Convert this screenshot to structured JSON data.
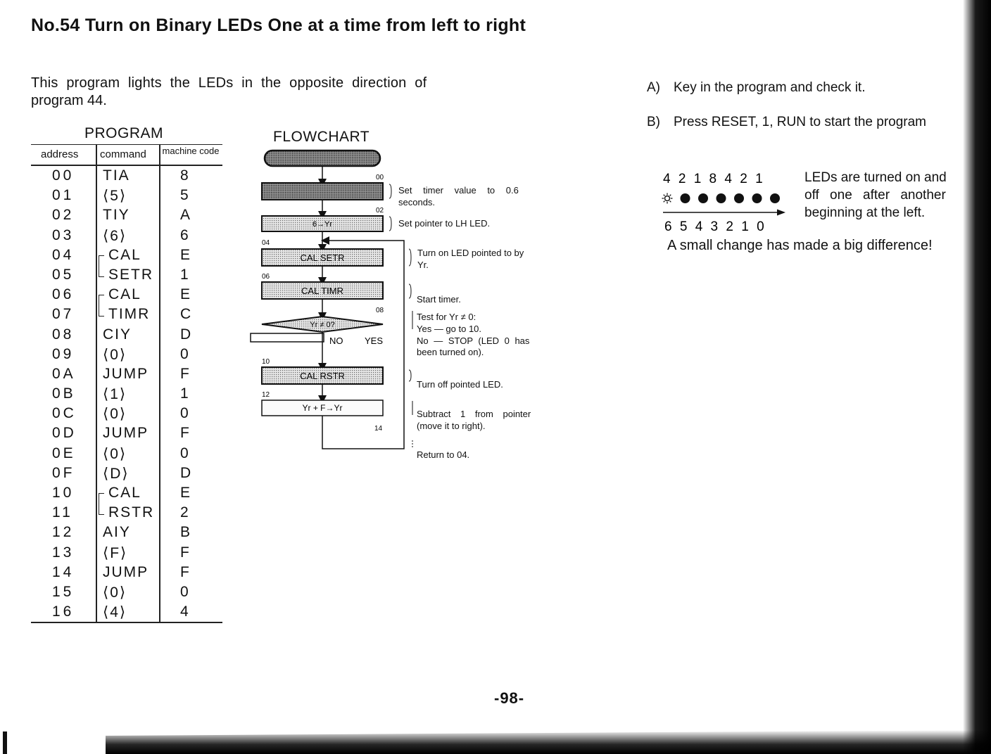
{
  "title": "No.54 Turn on Binary LEDs One at a time from left to right",
  "intro": {
    "line1": "This program lights the LEDs in the opposite direction of",
    "line2": "program 44."
  },
  "program": {
    "heading": "PROGRAM",
    "columns": {
      "address": "address",
      "command": "command",
      "machine_code": "machine code"
    },
    "rows": [
      {
        "address": "00",
        "command": "TIA",
        "code": "8"
      },
      {
        "address": "01",
        "command": "⟨5⟩",
        "code": "5"
      },
      {
        "address": "02",
        "command": "TIY",
        "code": "A"
      },
      {
        "address": "03",
        "command": "⟨6⟩",
        "code": "6"
      },
      {
        "address": "04",
        "command": "CAL",
        "code": "E"
      },
      {
        "address": "05",
        "command": "SETR",
        "code": "1"
      },
      {
        "address": "06",
        "command": "CAL",
        "code": "E"
      },
      {
        "address": "07",
        "command": "TIMR",
        "code": "C"
      },
      {
        "address": "08",
        "command": "CIY",
        "code": "D"
      },
      {
        "address": "09",
        "command": "⟨0⟩",
        "code": "0"
      },
      {
        "address": "0A",
        "command": "JUMP",
        "code": "F"
      },
      {
        "address": "0B",
        "command": "⟨1⟩",
        "code": "1"
      },
      {
        "address": "0C",
        "command": "⟨0⟩",
        "code": "0"
      },
      {
        "address": "0D",
        "command": "JUMP",
        "code": "F"
      },
      {
        "address": "0E",
        "command": "⟨0⟩",
        "code": "0"
      },
      {
        "address": "0F",
        "command": "⟨D⟩",
        "code": "D"
      },
      {
        "address": "10",
        "command": "CAL",
        "code": "E"
      },
      {
        "address": "11",
        "command": "RSTR",
        "code": "2"
      },
      {
        "address": "12",
        "command": "AIY",
        "code": "B"
      },
      {
        "address": "13",
        "command": "⟨F⟩",
        "code": "F"
      },
      {
        "address": "14",
        "command": "JUMP",
        "code": "F"
      },
      {
        "address": "15",
        "command": "⟨0⟩",
        "code": "0"
      },
      {
        "address": "16",
        "command": "⟨4⟩",
        "code": "4"
      }
    ]
  },
  "flowchart": {
    "heading": "FLOWCHART",
    "box_labels": {
      "setr": "CAL SETR",
      "timr": "CAL TIMR",
      "decision": "Yr ≠ 0?",
      "rstr": "CAL RSTR",
      "subtract": "Yr + F→Yr",
      "yr_set": "6→Yr"
    },
    "addresses": {
      "a00": "00",
      "a02": "02",
      "a04": "04",
      "a06": "06",
      "a08": "08",
      "a10": "10",
      "a12": "12",
      "a14": "14"
    },
    "branch_no": "NO",
    "branch_yes": "YES",
    "notes": {
      "n1a": "Set timer value to 0.6",
      "n1b": "seconds.",
      "n2": "Set pointer to LH LED.",
      "n3a": "Turn on LED pointed to by",
      "n3b": "Yr.",
      "n4": "Start timer.",
      "n5a": "Test for Yr ≠ 0:",
      "n5b": "Yes — go to 10.",
      "n5c": "No — STOP (LED 0 has",
      "n5d": "been turned on).",
      "n6": "Turn off pointed LED.",
      "n7a": "Subtract 1 from pointer",
      "n7b": "(move it to right).",
      "n8": "Return to 04."
    }
  },
  "instructions": {
    "a_label": "A)",
    "a_text": "Key in the program and check it.",
    "b_label": "B)",
    "b_text": "Press RESET, 1, RUN to start the program"
  },
  "led_demo": {
    "top_digits": "4 2 1 8 4 2 1",
    "bottom_digits": "6 5 4 3 2 1 0",
    "lit_count": 1,
    "led_total": 7
  },
  "led_description": {
    "line1": "LEDs are turned on and",
    "line2": "off one after another",
    "line3": "beginning at the left."
  },
  "summary": "A small change has made a big difference!",
  "page_number": "-98-"
}
